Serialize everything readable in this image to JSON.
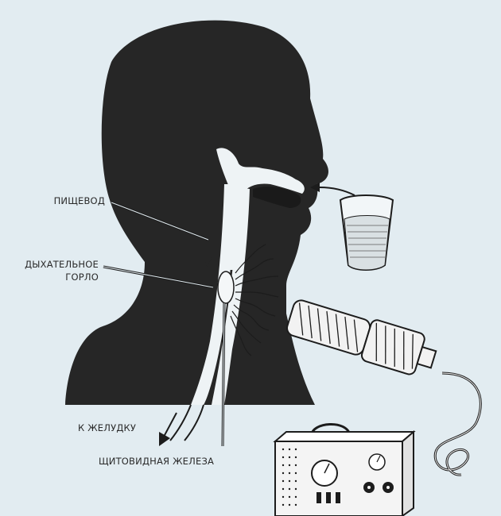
{
  "labels": {
    "esophagus": "ПИЩЕВОД",
    "windpipe_line1": "ДЫХАТЕЛЬНОЕ",
    "windpipe_line2": "ГОРЛО",
    "to_stomach": "К ЖЕЛУДКУ",
    "thyroid": "ЩИТОВИДНАЯ ЖЕЛЕЗА"
  },
  "colors": {
    "background": "#e2ecf1",
    "silhouette": "#262626",
    "lines": "#1c1c1c",
    "organs": "#f4f7f8"
  },
  "icons": [
    "glass-of-water-icon",
    "radiation-probe-icon",
    "radiation-counter-icon"
  ]
}
